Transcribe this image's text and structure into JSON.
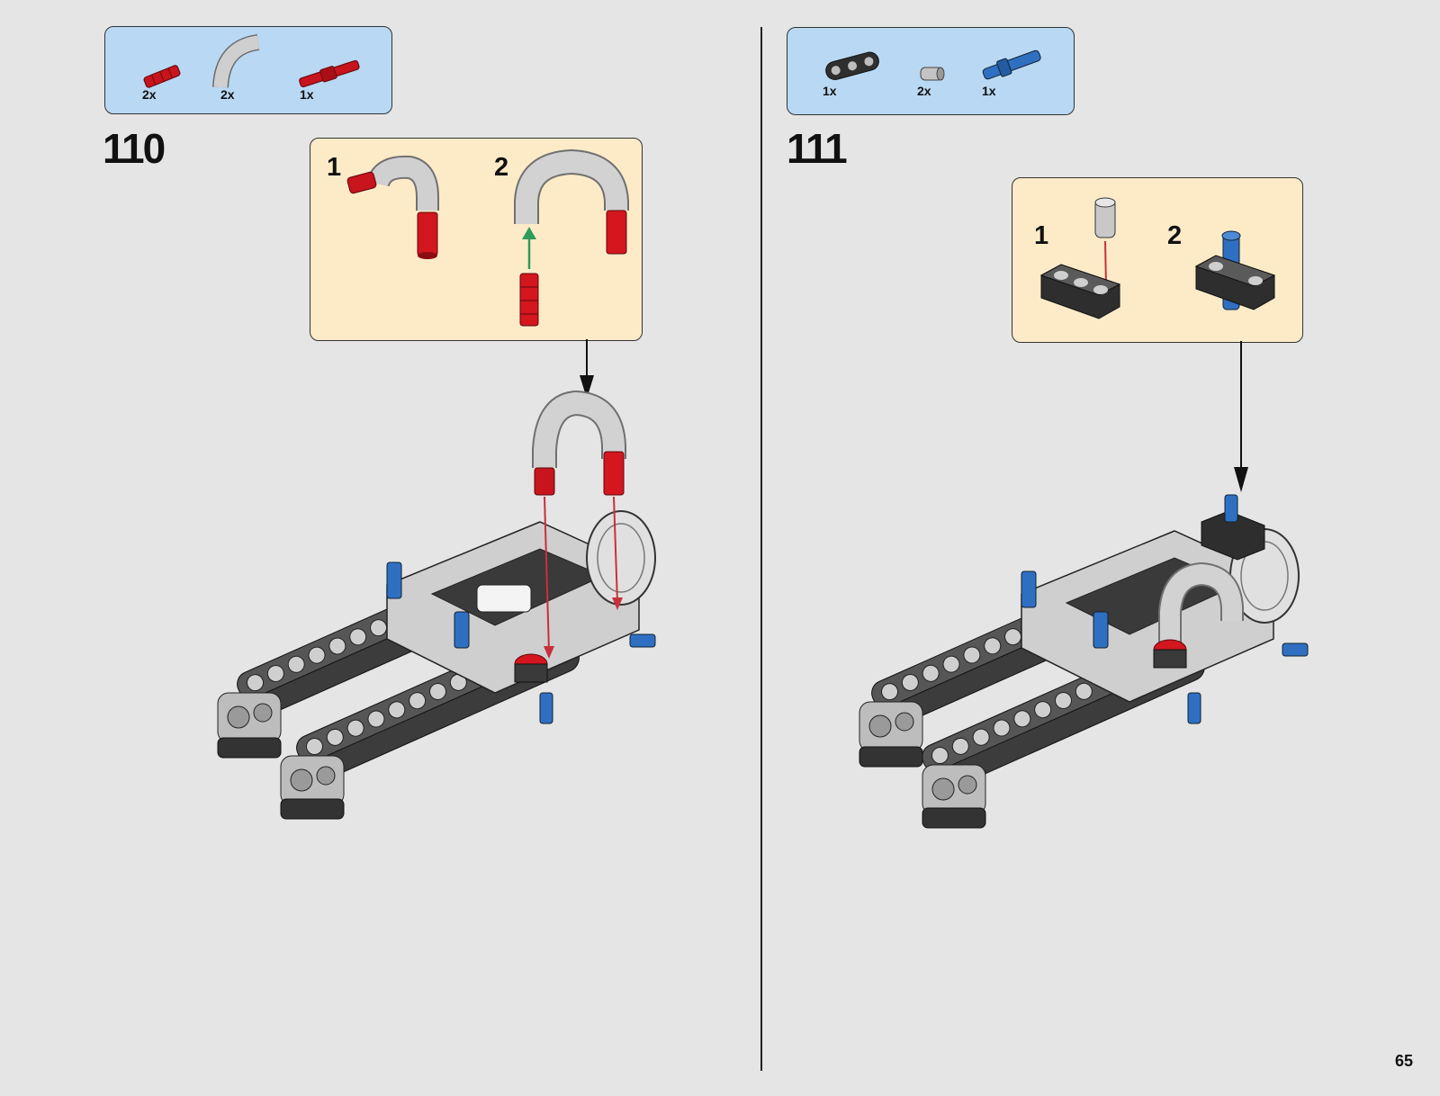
{
  "steps": [
    {
      "number": "110",
      "parts": [
        {
          "qty": "2x",
          "icon": "red-axle-connector-icon"
        },
        {
          "qty": "2x",
          "icon": "gray-curved-pipe-icon"
        },
        {
          "qty": "1x",
          "icon": "red-long-axle-icon"
        }
      ],
      "substeps": [
        "1",
        "2"
      ]
    },
    {
      "number": "111",
      "parts": [
        {
          "qty": "1x",
          "icon": "black-beam-3-icon"
        },
        {
          "qty": "2x",
          "icon": "gray-bush-icon"
        },
        {
          "qty": "1x",
          "icon": "blue-pin-icon"
        }
      ],
      "substeps": [
        "1",
        "2"
      ]
    }
  ],
  "page": {
    "number": "65"
  },
  "colors": {
    "background": "#e4e5e4",
    "parts_box": "#b9d8f3",
    "substep_box": "#fdebc8",
    "arrow_red": "#c8303b",
    "arrow_green": "#2e9c5a"
  }
}
